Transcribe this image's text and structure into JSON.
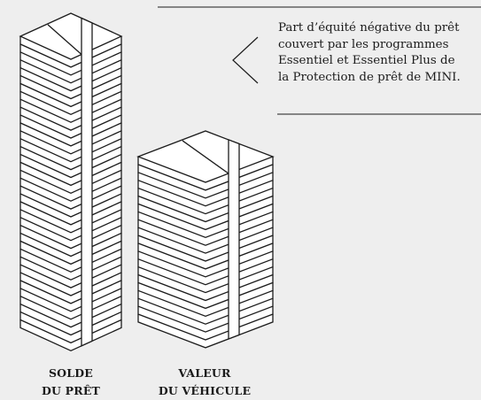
{
  "callout": {
    "lines": [
      "Part d’équité négative du prêt",
      "couvert par les programmes",
      "Essentiel et Essentiel Plus de",
      "la Protection de prêt de MINI."
    ]
  },
  "stacks": [
    {
      "label_lines": [
        "SOLDE",
        "DU PRÊT"
      ]
    },
    {
      "label_lines": [
        "VALEUR",
        "DU VÉHICULE"
      ]
    }
  ],
  "colors": {
    "background": "#eeeeee",
    "ink": "#1c1c1c",
    "face": "#ffffff"
  }
}
